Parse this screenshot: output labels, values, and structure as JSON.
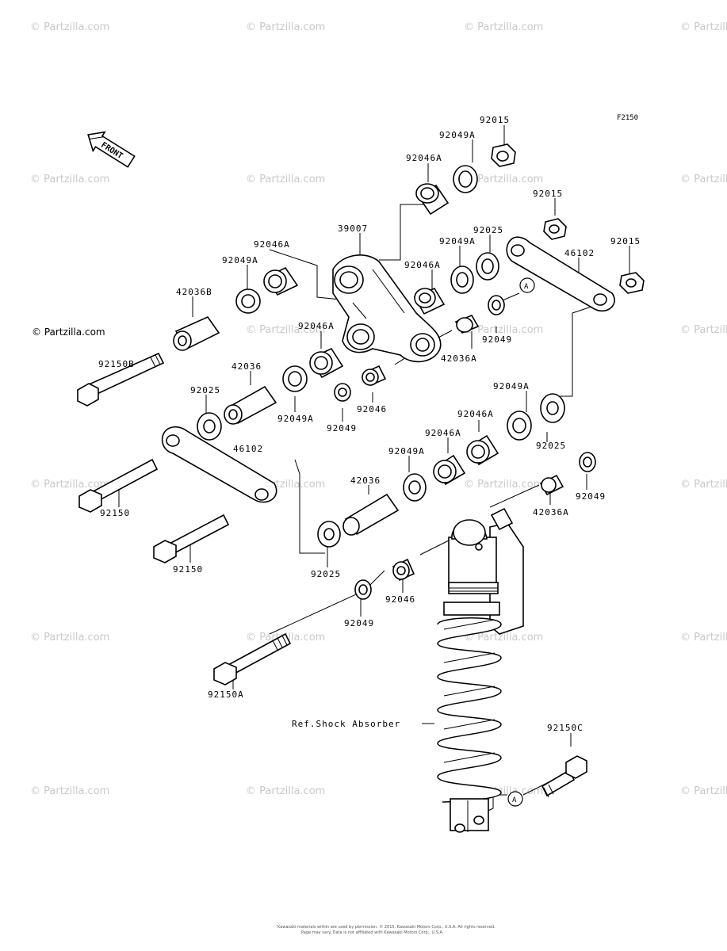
{
  "watermarks": [
    "© Partzilla.com"
  ],
  "figure_code": "F2150",
  "front_label": "FRONT",
  "copyright_mark": "© Partzilla.com",
  "callouts": {
    "ref_a": "A",
    "ref_shock": "Ref.Shock Absorber"
  },
  "parts": [
    {
      "id": "p01",
      "label": "92015"
    },
    {
      "id": "p02",
      "label": "92049A"
    },
    {
      "id": "p03",
      "label": "92046A"
    },
    {
      "id": "p04",
      "label": "92015"
    },
    {
      "id": "p05",
      "label": "39007"
    },
    {
      "id": "p06",
      "label": "92025"
    },
    {
      "id": "p07",
      "label": "92049A"
    },
    {
      "id": "p08",
      "label": "92015"
    },
    {
      "id": "p09",
      "label": "92046A"
    },
    {
      "id": "p10",
      "label": "46102"
    },
    {
      "id": "p11",
      "label": "92049A"
    },
    {
      "id": "p12",
      "label": "92046A"
    },
    {
      "id": "p13",
      "label": "42036B"
    },
    {
      "id": "p14",
      "label": "92150B"
    },
    {
      "id": "p15",
      "label": "92046A"
    },
    {
      "id": "p16",
      "label": "92049"
    },
    {
      "id": "p17",
      "label": "42036A"
    },
    {
      "id": "p18",
      "label": "42036"
    },
    {
      "id": "p19",
      "label": "92025"
    },
    {
      "id": "p20",
      "label": "92049A"
    },
    {
      "id": "p21",
      "label": "92049"
    },
    {
      "id": "p22",
      "label": "92046"
    },
    {
      "id": "p23",
      "label": "92049A"
    },
    {
      "id": "p24",
      "label": "92046A"
    },
    {
      "id": "p25",
      "label": "92046A"
    },
    {
      "id": "p26",
      "label": "92025"
    },
    {
      "id": "p27",
      "label": "92049A"
    },
    {
      "id": "p28",
      "label": "46102"
    },
    {
      "id": "p29",
      "label": "42036"
    },
    {
      "id": "p30",
      "label": "92150"
    },
    {
      "id": "p31",
      "label": "92049"
    },
    {
      "id": "p32",
      "label": "42036A"
    },
    {
      "id": "p33",
      "label": "92150"
    },
    {
      "id": "p34",
      "label": "92025"
    },
    {
      "id": "p35",
      "label": "92046"
    },
    {
      "id": "p36",
      "label": "92049"
    },
    {
      "id": "p37",
      "label": "92150A"
    },
    {
      "id": "p38",
      "label": "92150C"
    }
  ],
  "footer": [
    "Kawasaki materials within are used by permission. © 2015. Kawasaki Motors Corp., U.S.A. All rights reserved.",
    "Page may vary. Data is not affiliated with Kawasaki Motors Corp., U.S.A."
  ]
}
